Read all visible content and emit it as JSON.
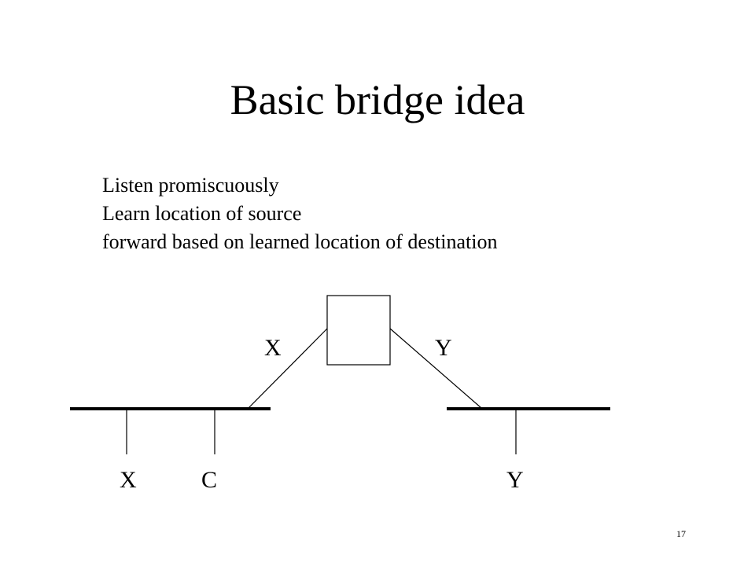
{
  "slide": {
    "title": "Basic bridge idea",
    "bullets": [
      "Listen promiscuously",
      "Learn location of source",
      "forward based on learned location of destination"
    ],
    "page_number": "17"
  },
  "diagram": {
    "bridge_port_left_label": "X",
    "bridge_port_right_label": "Y",
    "hosts": [
      "X",
      "C",
      "Y"
    ]
  }
}
